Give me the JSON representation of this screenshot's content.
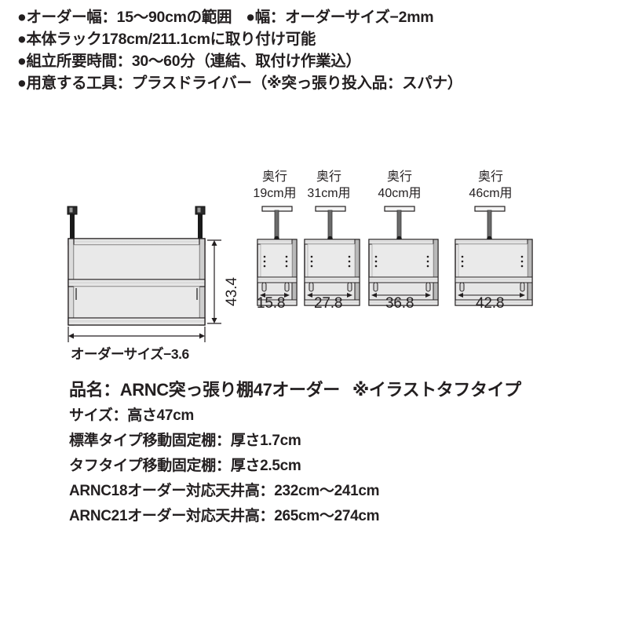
{
  "spec_bullets": [
    {
      "bullet": "●",
      "text": "オーダー幅：15〜90cmの範囲",
      "bullet2": "●",
      "text2": "幅：オーダーサイズ−2mm"
    },
    {
      "bullet": "●",
      "text": "本体ラック178cm/211.1cmに取り付け可能",
      "bullet2": "",
      "text2": ""
    },
    {
      "bullet": "●",
      "text": "組立所要時間：30〜60分（連結、取付け作業込）",
      "bullet2": "",
      "text2": ""
    },
    {
      "bullet": "●",
      "text": "用意する工具：プラスドライバー（※突っ張り投入品：スパナ）",
      "bullet2": "",
      "text2": ""
    }
  ],
  "diagram": {
    "front_view": {
      "height_dimension": "43.4",
      "width_dimension": "オーダーサイズ−3.6"
    },
    "side_views": [
      {
        "depth_label_line1": "奥行",
        "depth_label_line2": "19cm用",
        "inner_dimension": "15.8"
      },
      {
        "depth_label_line1": "奥行",
        "depth_label_line2": "31cm用",
        "inner_dimension": "27.8"
      },
      {
        "depth_label_line1": "奥行",
        "depth_label_line2": "40cm用",
        "inner_dimension": "36.8"
      },
      {
        "depth_label_line1": "奥行",
        "depth_label_line2": "46cm用",
        "inner_dimension": "42.8"
      }
    ]
  },
  "description": {
    "product_name": "品名：ARNC突っ張り棚47オーダー",
    "product_note": "※イラストタフタイプ",
    "lines": [
      "サイズ：高さ47cm",
      "標準タイプ移動固定棚：厚さ1.7cm",
      "タフタイプ移動固定棚：厚さ2.5cm",
      "ARNC18オーダー対応天井高：232cm〜241cm",
      "ARNC21オーダー対応天井高：265cm〜274cm"
    ]
  },
  "colors": {
    "ink": "#231f20",
    "panel_fill": "#e6e6e6",
    "panel_fill_light": "#efefef",
    "frame_dark": "#3a3a3a"
  }
}
